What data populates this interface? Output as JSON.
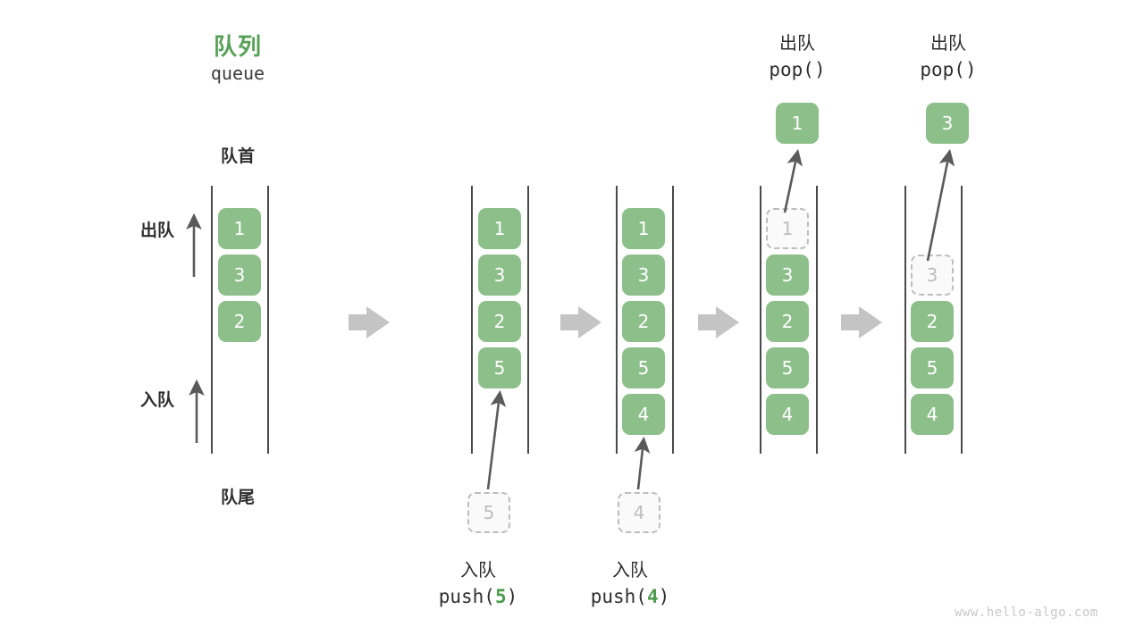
{
  "diagram": {
    "title_cn": "队列",
    "title_en": "queue",
    "front_label": "队首",
    "rear_label": "队尾",
    "dequeue_side_label": "出队",
    "enqueue_side_label": "入队",
    "watermark": "www.hello-algo.com",
    "accent_color": "#58a058",
    "cell_color": "#8dbf8a",
    "ghost_color": "#bdbdbd",
    "arrow_color": "#c8c8c8",
    "rail_color": "#4a4a4a"
  },
  "steps": [
    {
      "id": "initial",
      "cells": [
        {
          "value": "1",
          "state": "filled"
        },
        {
          "value": "3",
          "state": "filled"
        },
        {
          "value": "2",
          "state": "filled"
        }
      ],
      "incoming": null,
      "outgoing": null
    },
    {
      "id": "after-push-5",
      "cells": [
        {
          "value": "1",
          "state": "filled"
        },
        {
          "value": "3",
          "state": "filled"
        },
        {
          "value": "2",
          "state": "filled"
        },
        {
          "value": "5",
          "state": "filled"
        }
      ],
      "incoming": {
        "value": "5",
        "op_cn": "入队",
        "op_code_prefix": "push(",
        "op_code_arg": "5",
        "op_code_suffix": ")"
      },
      "outgoing": null
    },
    {
      "id": "after-push-4",
      "cells": [
        {
          "value": "1",
          "state": "filled"
        },
        {
          "value": "3",
          "state": "filled"
        },
        {
          "value": "2",
          "state": "filled"
        },
        {
          "value": "5",
          "state": "filled"
        },
        {
          "value": "4",
          "state": "filled"
        }
      ],
      "incoming": {
        "value": "4",
        "op_cn": "入队",
        "op_code_prefix": "push(",
        "op_code_arg": "4",
        "op_code_suffix": ")"
      },
      "outgoing": null
    },
    {
      "id": "after-pop-1",
      "cells": [
        {
          "value": "1",
          "state": "ghost"
        },
        {
          "value": "3",
          "state": "filled"
        },
        {
          "value": "2",
          "state": "filled"
        },
        {
          "value": "5",
          "state": "filled"
        },
        {
          "value": "4",
          "state": "filled"
        }
      ],
      "incoming": null,
      "outgoing": {
        "value": "1",
        "op_cn": "出队",
        "op_code_prefix": "pop(",
        "op_code_arg": "",
        "op_code_suffix": ")"
      }
    },
    {
      "id": "after-pop-3",
      "cells": [
        {
          "value": "",
          "state": "empty"
        },
        {
          "value": "3",
          "state": "ghost"
        },
        {
          "value": "2",
          "state": "filled"
        },
        {
          "value": "5",
          "state": "filled"
        },
        {
          "value": "4",
          "state": "filled"
        }
      ],
      "incoming": null,
      "outgoing": {
        "value": "3",
        "op_cn": "出队",
        "op_code_prefix": "pop(",
        "op_code_arg": "",
        "op_code_suffix": ")"
      }
    }
  ],
  "transitions": [
    "arrow-right-icon",
    "arrow-right-icon",
    "arrow-right-icon",
    "arrow-right-icon"
  ]
}
